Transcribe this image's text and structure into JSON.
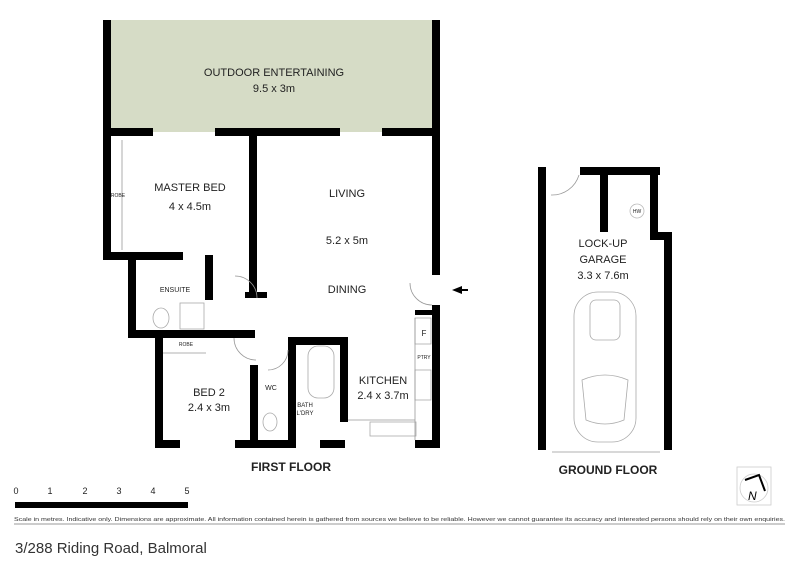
{
  "rooms": {
    "outdoor": {
      "name": "OUTDOOR ENTERTAINING",
      "size": "9.5 x 3m"
    },
    "master_bed": {
      "name": "MASTER BED",
      "size": "4 x 4.5m"
    },
    "master_robe": "ROBE",
    "living": {
      "name": "LIVING",
      "size": "5.2 x 5m",
      "name2": "DINING"
    },
    "ensuite": "ENSUITE",
    "bed2_robe": "ROBE",
    "bed2": {
      "name": "BED 2",
      "size": "2.4 x 3m"
    },
    "wc": "WC",
    "bath": {
      "line1": "BATH",
      "line2": "L'DRY"
    },
    "kitchen": {
      "name": "KITCHEN",
      "size": "2.4 x 3.7m"
    },
    "fridge": "F",
    "pantry": "PTRY",
    "garage": {
      "line1": "LOCK-UP",
      "line2": "GARAGE",
      "size": "3.3 x 7.6m"
    },
    "hot_water": "HW"
  },
  "floors": {
    "first": "FIRST FLOOR",
    "ground": "GROUND FLOOR"
  },
  "scale": {
    "ticks": [
      "0",
      "1",
      "2",
      "3",
      "4",
      "5"
    ]
  },
  "compass": {
    "letter": "N"
  },
  "disclaimer": "Scale in metres. Indicative only. Dimensions are approximate. All information contained herein is gathered from sources we believe to be reliable. However we cannot guarantee its accuracy and interested persons should rely on their own enquiries.",
  "address": "3/288 Riding Road, Balmoral",
  "colors": {
    "outdoor_fill": "#d6dcc6",
    "wall": "#000000"
  }
}
